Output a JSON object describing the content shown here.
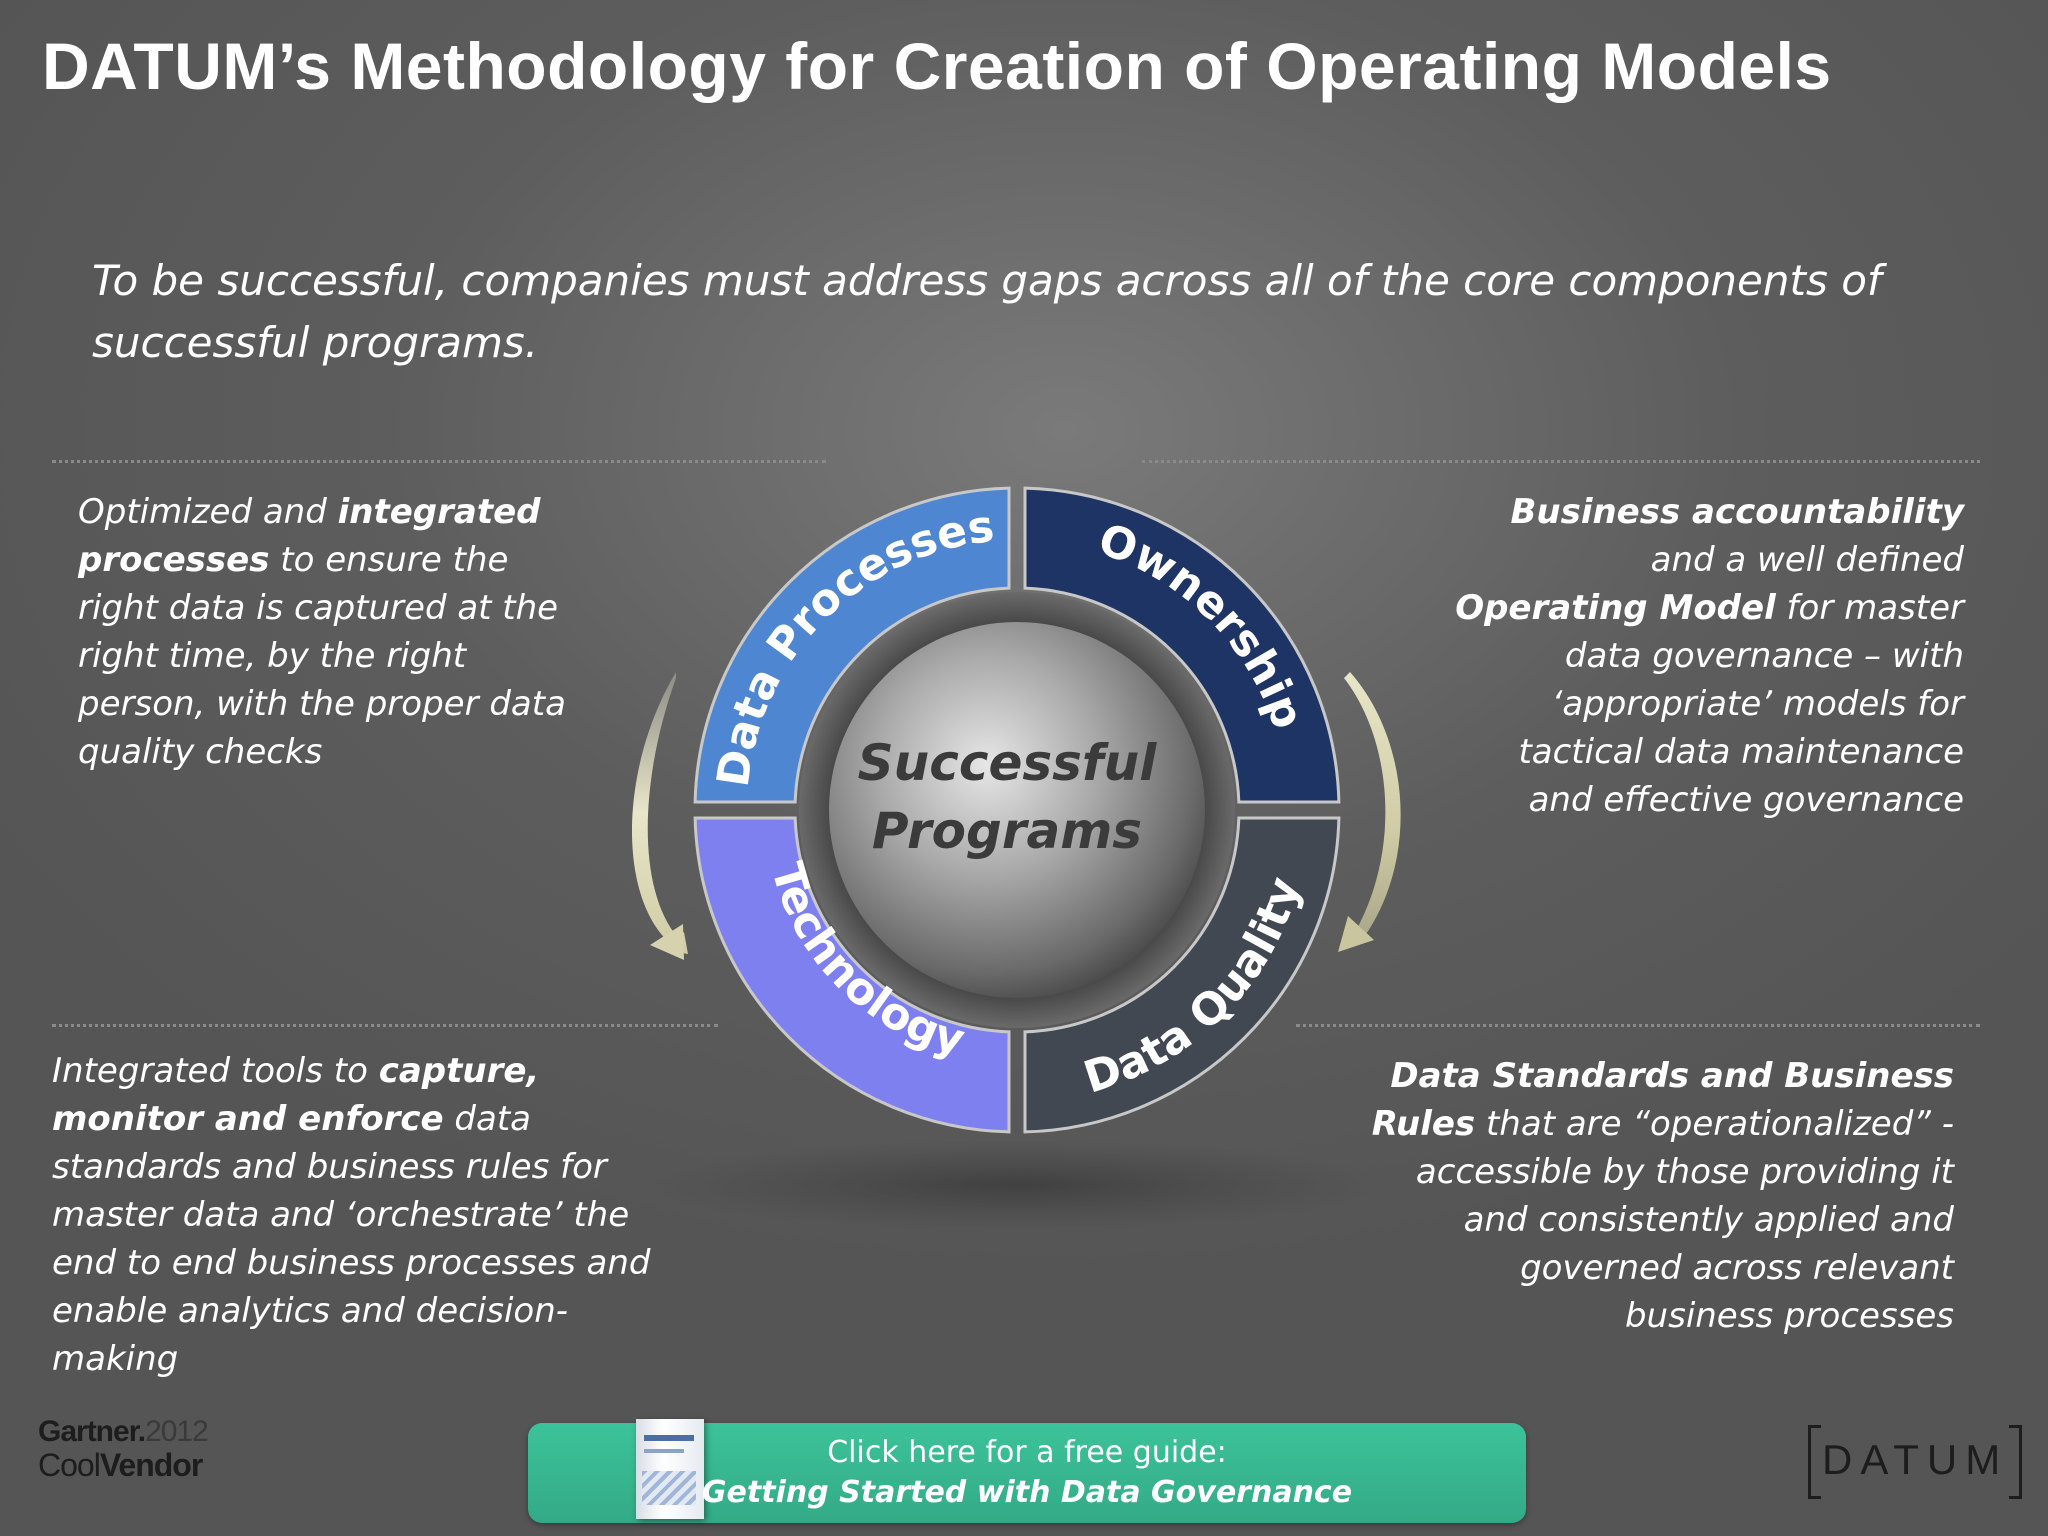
{
  "title": "DATUM’s Methodology for Creation of Operating Models",
  "subtitle": "To be successful, companies must address gaps across all of the core components of successful programs.",
  "diagram": {
    "center_line1": "Successful",
    "center_line2": "Programs",
    "segments": [
      {
        "label": "Data Processes",
        "color": "#4f86d1"
      },
      {
        "label": "Ownership",
        "color": "#1e3464"
      },
      {
        "label": "Data Quality",
        "color": "#424852"
      },
      {
        "label": "Technology",
        "color": "#7f80f0"
      }
    ]
  },
  "descriptions": {
    "top_left": {
      "p1": "Optimized and ",
      "b1": "integrated processes",
      "p2": " to ensure the right data is captured at the right time, by the right person, with the proper data quality checks"
    },
    "top_right": {
      "b1": "Business accountability",
      "p1": " and a well defined ",
      "b2": "Operating Model",
      "p2": " for master data governance – with ‘appropriate’ models for tactical data maintenance and effective governance"
    },
    "bottom_left": {
      "p1": "Integrated tools to ",
      "b1": "capture, monitor and enforce",
      "p2": " data standards and business rules for master data and ‘orchestrate’ the end to end business processes and enable analytics and decision-making"
    },
    "bottom_right": {
      "b1": "Data Standards and Business Rules",
      "p1": " that  are “operationalized” - accessible by those providing it and consistently applied and governed across relevant business processes"
    }
  },
  "footer": {
    "gartner_line1": "Gartner.",
    "gartner_year": "2012",
    "gartner_cool": "Cool",
    "gartner_vendor": "Vendor",
    "cta_line1": "Click here for a free guide:",
    "cta_line2": "Getting Started with Data Governance",
    "datum_logo": "DATUM"
  }
}
